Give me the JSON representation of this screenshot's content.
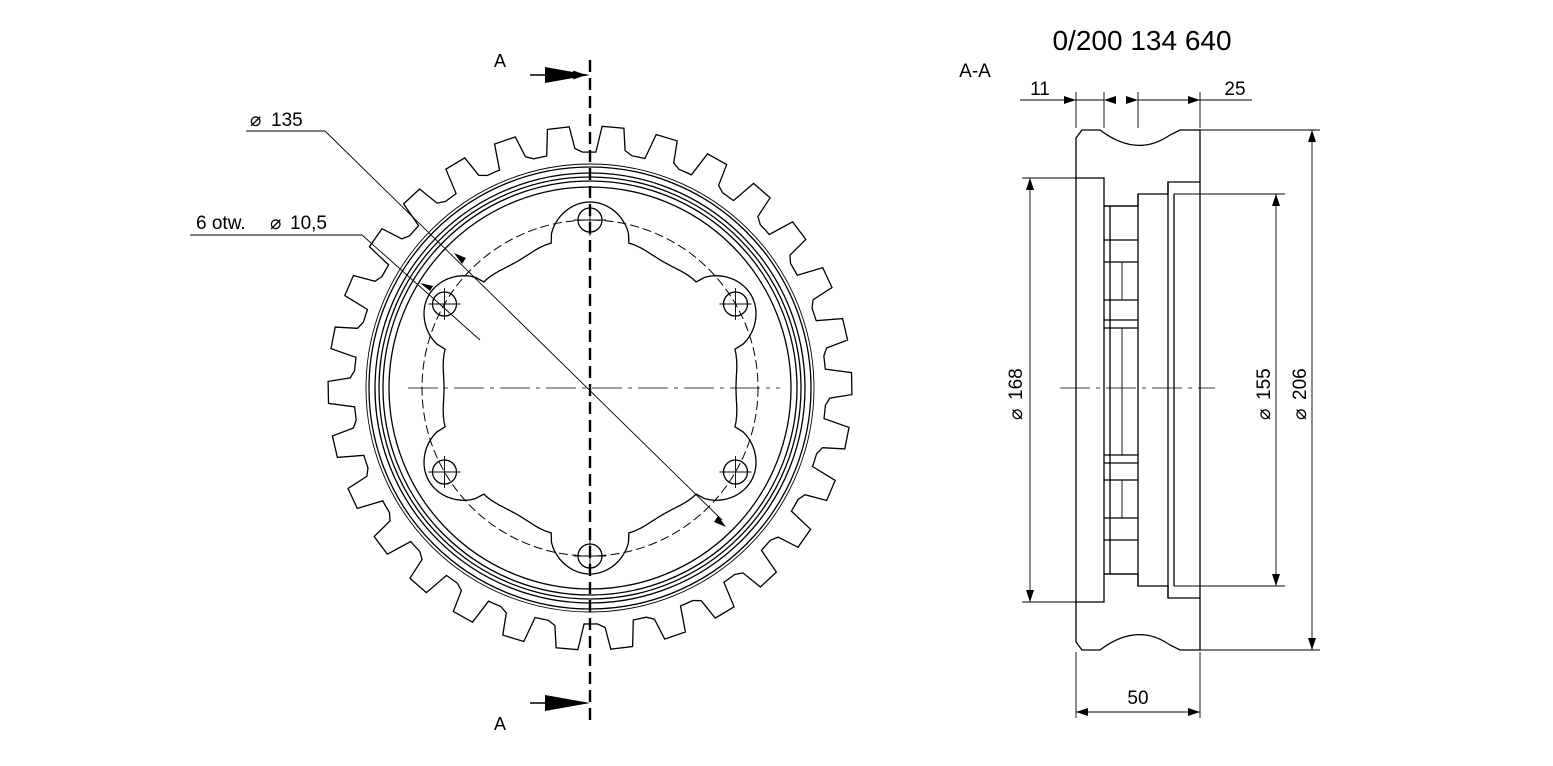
{
  "part_number": "0/200 134 640",
  "section": {
    "label": "A-A",
    "marker_top": "A",
    "marker_bottom": "A"
  },
  "front_view": {
    "dim_bolt_circle": "135",
    "dim_holes": "6 otw.",
    "dim_holes_dia": "10,5",
    "tooth_count": 30,
    "hole_count": 6
  },
  "section_view": {
    "dim_left_offset": "11",
    "dim_right_offset": "25",
    "dim_width": "50",
    "dim_bore": "168",
    "dim_inner": "155",
    "dim_outer": "206"
  },
  "symbols": {
    "diameter": "⌀"
  }
}
